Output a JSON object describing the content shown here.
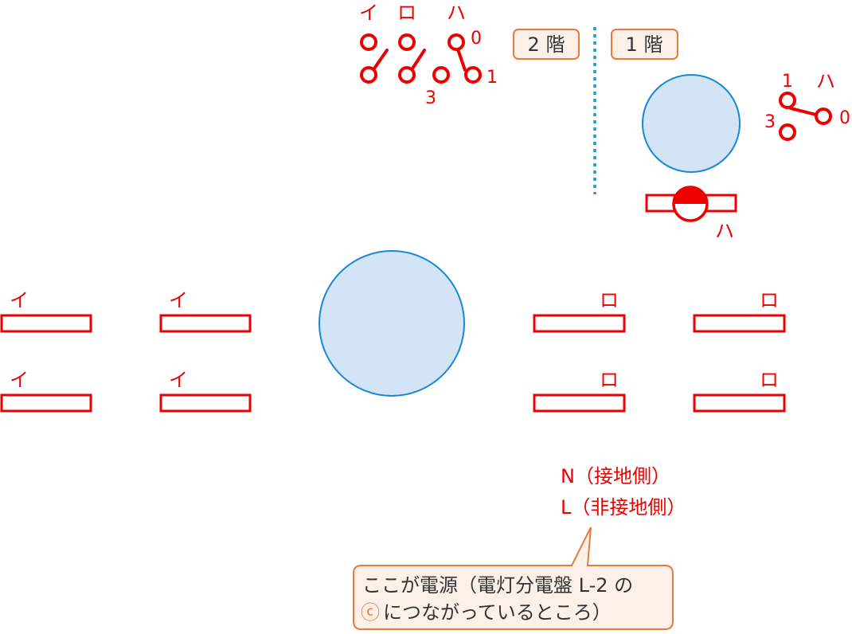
{
  "floors": {
    "second": "2 階",
    "first": "1 階"
  },
  "switch_group_2f": {
    "labels": [
      "イ",
      "ロ",
      "ハ"
    ],
    "threeway_terminals": [
      "0",
      "1",
      "3"
    ]
  },
  "switch_3way_1f": {
    "label": "ハ",
    "terminals": [
      "1",
      "0",
      "3"
    ]
  },
  "outlet_1f": {
    "label": "ハ"
  },
  "fixtures": {
    "left_label": "イ",
    "right_label": "ロ"
  },
  "source": {
    "line1": "N（接地側）",
    "line2": "L（非接地側）"
  },
  "callout": {
    "line1": "ここが電源（電灯分電盤 L-2 の",
    "mark": "ⓒ",
    "line2_rest": "につながっているところ）"
  },
  "colors": {
    "red": "#ee0000",
    "circle_fill": "#d3e4f6",
    "circle_stroke": "#1a87d6",
    "divider": "#1a9ad6",
    "badge_border": "#e87a3c",
    "badge_fill": "#fdf0e9"
  }
}
